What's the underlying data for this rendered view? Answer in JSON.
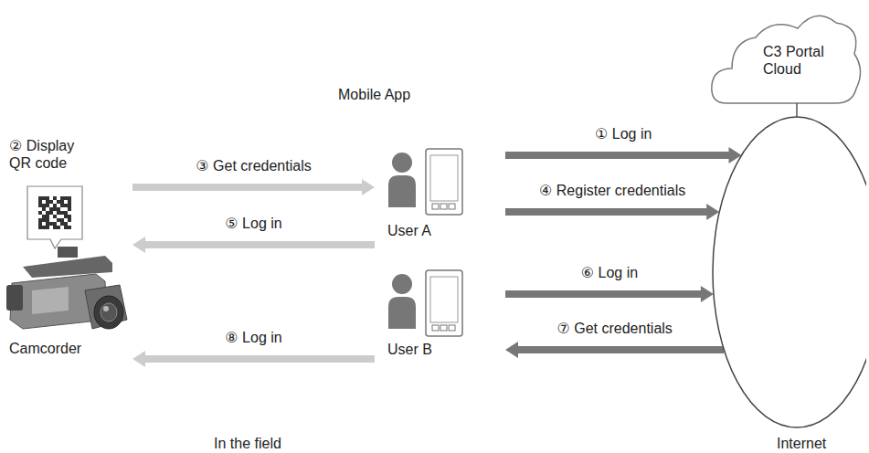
{
  "diagram": {
    "nodes": [
      {
        "text": [
          "Camcorder"
        ]
      },
      {
        "text": [
          "User A"
        ]
      },
      {
        "text": [
          "User B"
        ]
      },
      {
        "text": [
          "C3 Portal Cloud"
        ]
      }
    ],
    "edges": [
      {
        "from": 1,
        "to": 3,
        "label": "① Log in",
        "arrow": "to"
      },
      {
        "from": 0,
        "to": 1,
        "label": "③ Get credentials",
        "arrow": "to"
      },
      {
        "from": 1,
        "to": 3,
        "label": "④ Register credentials",
        "arrow": "to"
      },
      {
        "from": 1,
        "to": 0,
        "label": "⑤ Log in",
        "arrow": "to"
      },
      {
        "from": 2,
        "to": 3,
        "label": "⑥ Log in",
        "arrow": "to"
      },
      {
        "from": 3,
        "to": 2,
        "label": "⑦ Get credentials",
        "arrow": "to"
      },
      {
        "from": 2,
        "to": 0,
        "label": "⑧ Log in",
        "arrow": "to"
      }
    ],
    "labels": [
      "② Display QR code",
      "Mobile App",
      "In the field",
      "Internet"
    ]
  }
}
